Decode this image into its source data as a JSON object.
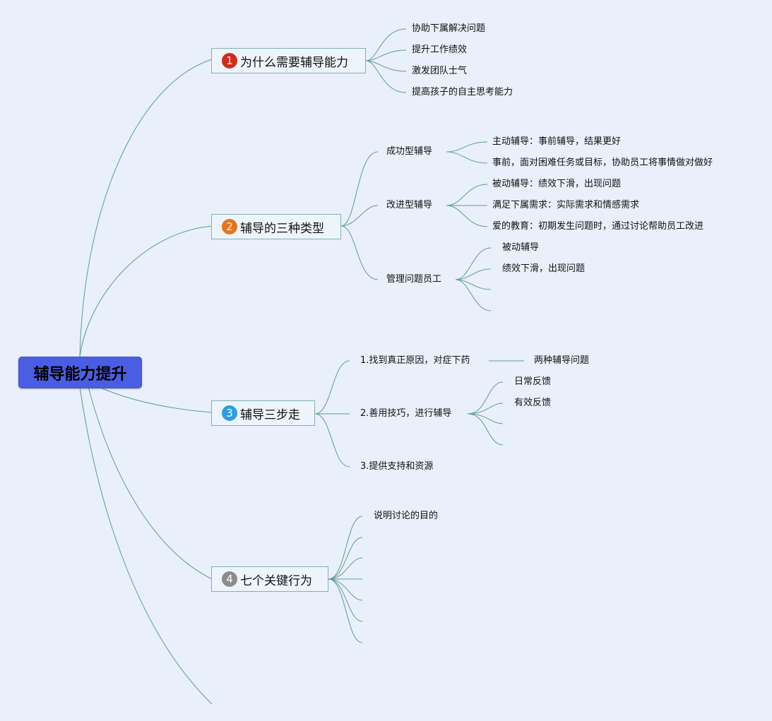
{
  "root": "辅导能力提升",
  "branches": [
    {
      "number": "1",
      "label": "为什么需要辅导能力",
      "color": "#d42a1a"
    },
    {
      "number": "2",
      "label": "辅导的三种类型",
      "color": "#e8731c"
    },
    {
      "number": "3",
      "label": "辅导三步走",
      "color": "#2d9fe0"
    },
    {
      "number": "4",
      "label": "七个关键行为",
      "color": "#8c8c8c"
    }
  ],
  "why": [
    "协助下属解决问题",
    "提升工作绩效",
    "激发团队士气",
    "提高孩子的自主思考能力"
  ],
  "types": [
    {
      "label": "成功型辅导",
      "items": [
        "主动辅导：事前辅导，结果更好",
        "事前，面对困难任务或目标，协助员工将事情做对做好"
      ]
    },
    {
      "label": "改进型辅导",
      "items": [
        "被动辅导：绩效下滑，出现问题",
        "满足下属需求：实际需求和情感需求",
        "爱的教育：初期发生问题时，通过讨论帮助员工改进"
      ]
    },
    {
      "label": "管理问题员工",
      "items": [
        "被动辅导",
        "绩效下滑，出现问题"
      ]
    }
  ],
  "steps": [
    {
      "label": "1.找到真正原因，对症下药",
      "items": [
        "两种辅导问题"
      ]
    },
    {
      "label": "2.善用技巧，进行辅导",
      "items": [
        "日常反馈",
        "有效反馈"
      ]
    },
    {
      "label": "3.提供支持和资源",
      "items": []
    }
  ],
  "behaviors": [
    "说明讨论的目的"
  ]
}
